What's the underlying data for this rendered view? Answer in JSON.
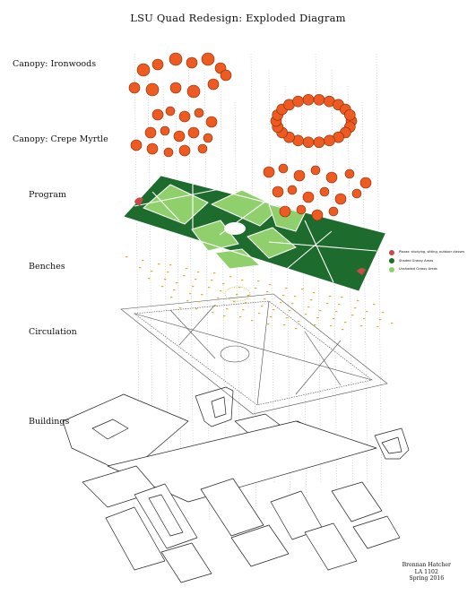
{
  "title": "LSU Quad Redesign: Exploded Diagram",
  "layers": [
    {
      "key": "canopy-ironwoods",
      "label": "Canopy: Ironwoods"
    },
    {
      "key": "canopy-crepe-myrtle",
      "label": "Canopy: Crepe Myrtle"
    },
    {
      "key": "program",
      "label": "Program"
    },
    {
      "key": "benches",
      "label": "Benches"
    },
    {
      "key": "circulation",
      "label": "Circulation"
    },
    {
      "key": "buildings",
      "label": "Buildings"
    }
  ],
  "legend": [
    {
      "label": "Plazas: studying, sitting, outdoor classes",
      "color": "#c84a4a"
    },
    {
      "label": "Shaded Grassy Areas",
      "color": "#1e6b2e"
    },
    {
      "label": "Unshaded Grassy Areas",
      "color": "#8fd06c"
    }
  ],
  "credits": {
    "name": "Brennan Hatcher",
    "course": "LA 1102",
    "term": "Spring 2016"
  },
  "colors": {
    "canopy_fill": "#ee5a20",
    "canopy_stroke": "#7a2d0c",
    "shaded": "#1e6b2e",
    "unshaded": "#8fd06c",
    "plaza": "#c84a4a",
    "bench": "#d9b12c",
    "linework": "#333333"
  }
}
